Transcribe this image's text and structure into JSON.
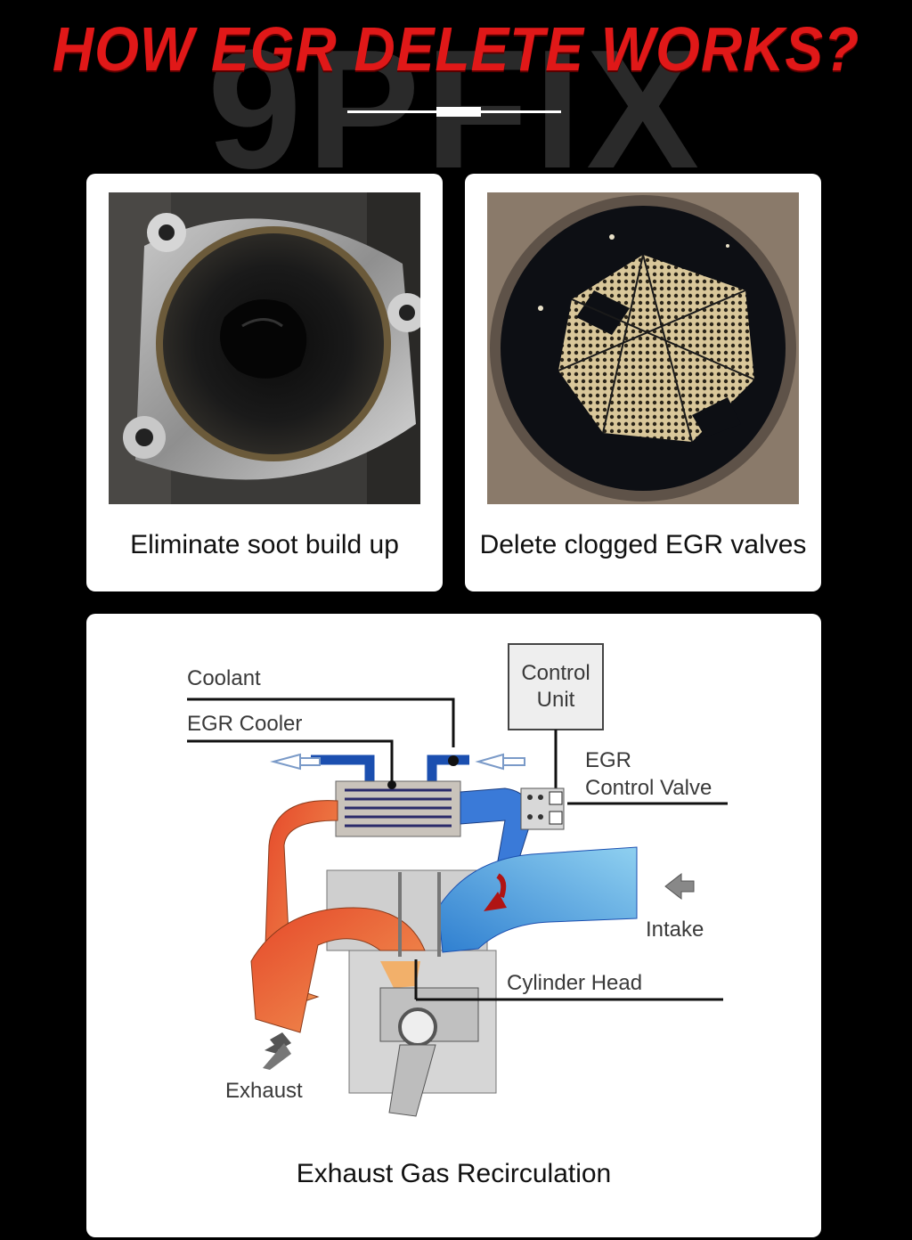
{
  "header": {
    "title": "HOW EGR DELETE WORKS?",
    "watermark_text": "9PFIX"
  },
  "cards": [
    {
      "caption": "Eliminate soot build up",
      "photo": "soot-clogged-egr-flange"
    },
    {
      "caption": "Delete clogged EGR valves",
      "photo": "clogged-dpf-mesh"
    }
  ],
  "diagram": {
    "caption": "Exhaust Gas Recirculation",
    "labels": {
      "coolant": "Coolant",
      "egr_cooler": "EGR Cooler",
      "control_unit_line1": "Control",
      "control_unit_line2": "Unit",
      "egr_line1": "EGR",
      "egr_line2": "Control Valve",
      "intake": "Intake",
      "cylinder_head": "Cylinder Head",
      "exhaust": "Exhaust"
    }
  },
  "colors": {
    "background": "#000000",
    "headline": "#e01818",
    "exhaust_flow": "#e8622a",
    "intake_flow": "#4aa0e0",
    "coolant": "#1b4fb0"
  }
}
